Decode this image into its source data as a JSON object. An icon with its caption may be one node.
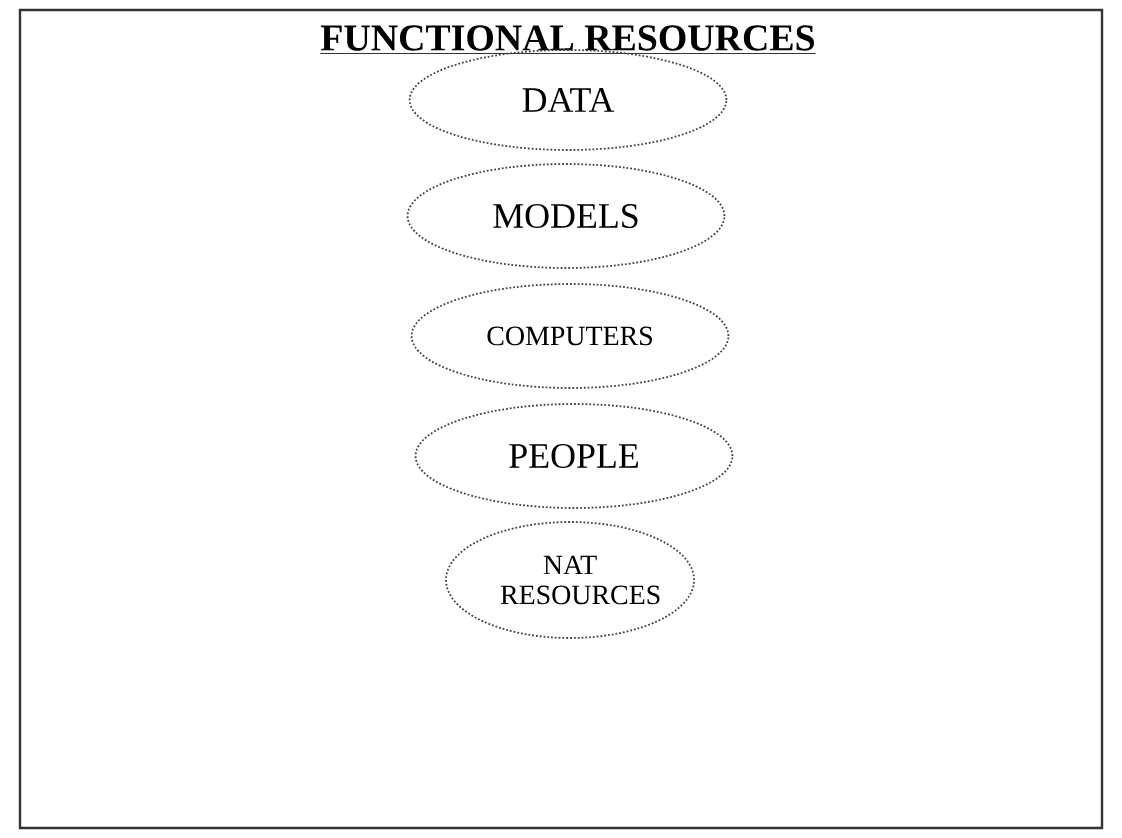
{
  "diagram": {
    "title": "FUNCTIONAL RESOURCES",
    "nodes": [
      {
        "text": [
          "DATA"
        ]
      },
      {
        "text": [
          "MODELS"
        ]
      },
      {
        "text": [
          "COMPUTERS"
        ]
      },
      {
        "text": [
          "PEOPLE"
        ]
      },
      {
        "text": [
          "NAT RESOURCES"
        ]
      }
    ]
  }
}
